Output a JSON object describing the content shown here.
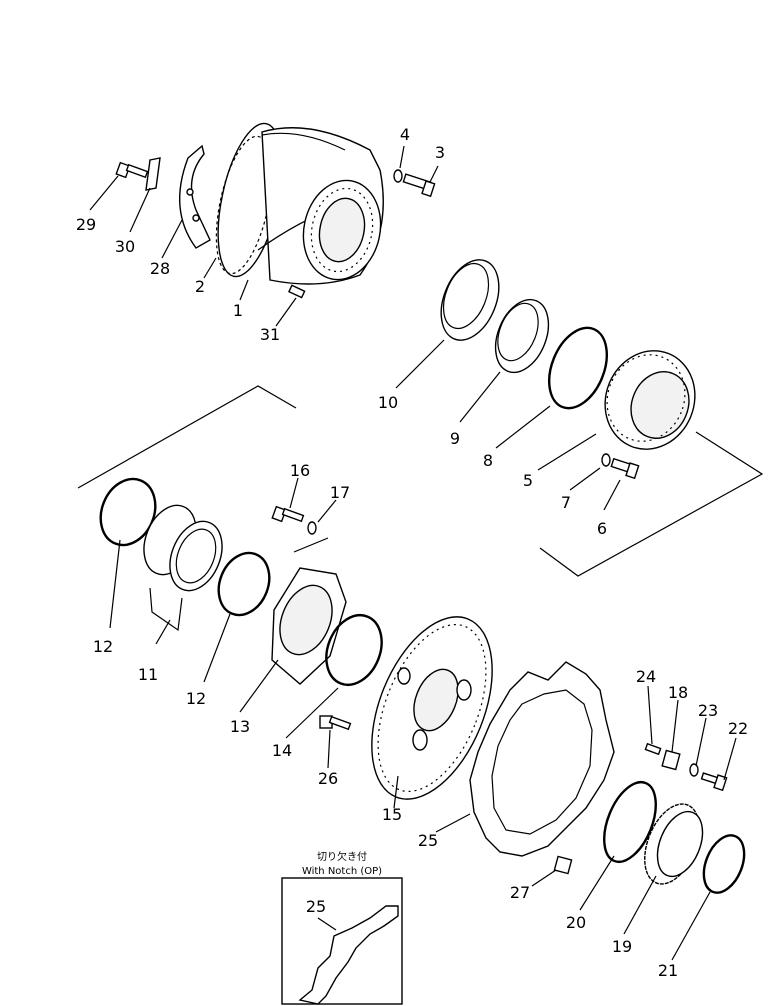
{
  "labels": {
    "p1": "1",
    "p2": "2",
    "p3": "3",
    "p4": "4",
    "p5": "5",
    "p6": "6",
    "p7": "7",
    "p8": "8",
    "p9": "9",
    "p10": "10",
    "p11": "11",
    "p12a": "12",
    "p12b": "12",
    "p13": "13",
    "p14": "14",
    "p15": "15",
    "p16": "16",
    "p17": "17",
    "p18": "18",
    "p19": "19",
    "p20": "20",
    "p21": "21",
    "p22": "22",
    "p23": "23",
    "p24": "24",
    "p25": "25",
    "p26": "26",
    "p27": "27",
    "p28": "28",
    "p29": "29",
    "p30": "30",
    "p31": "31",
    "inset25": "25"
  },
  "inset": {
    "title_jp": "切り欠き付",
    "title_en": "With Notch (OP)"
  }
}
